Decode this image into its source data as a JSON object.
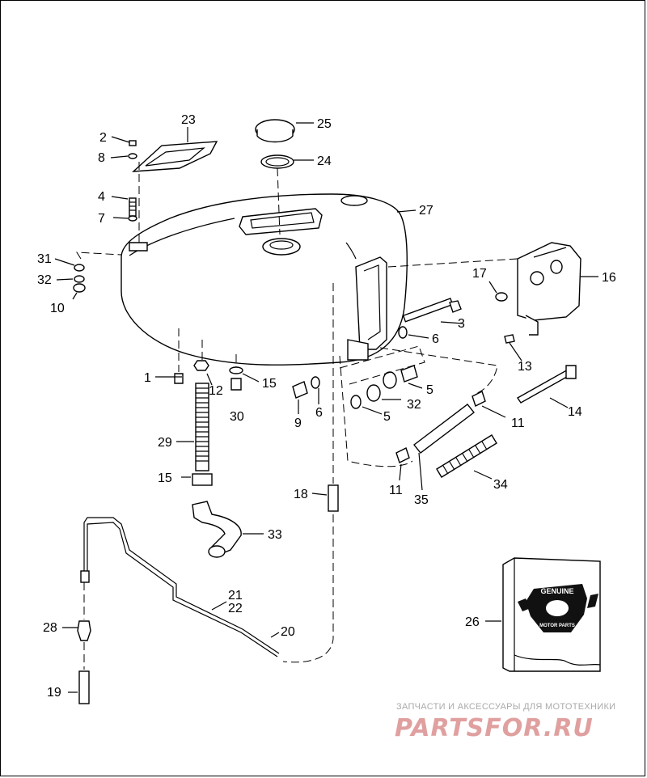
{
  "callouts": [
    {
      "num": "1"
    },
    {
      "num": "2"
    },
    {
      "num": "3"
    },
    {
      "num": "4"
    },
    {
      "num": "5"
    },
    {
      "num": "5"
    },
    {
      "num": "6"
    },
    {
      "num": "6"
    },
    {
      "num": "7"
    },
    {
      "num": "8"
    },
    {
      "num": "9"
    },
    {
      "num": "10"
    },
    {
      "num": "11"
    },
    {
      "num": "11"
    },
    {
      "num": "12"
    },
    {
      "num": "13"
    },
    {
      "num": "14"
    },
    {
      "num": "15"
    },
    {
      "num": "15"
    },
    {
      "num": "16"
    },
    {
      "num": "17"
    },
    {
      "num": "18"
    },
    {
      "num": "19"
    },
    {
      "num": "20"
    },
    {
      "num": "21"
    },
    {
      "num": "22"
    },
    {
      "num": "23"
    },
    {
      "num": "24"
    },
    {
      "num": "25"
    },
    {
      "num": "26"
    },
    {
      "num": "27"
    },
    {
      "num": "28"
    },
    {
      "num": "29"
    },
    {
      "num": "30"
    },
    {
      "num": "31"
    },
    {
      "num": "32"
    },
    {
      "num": "32"
    },
    {
      "num": "33"
    },
    {
      "num": "34"
    },
    {
      "num": "35"
    }
  ],
  "logo": {
    "top": "GENUINE",
    "bottom": "MOTOR PARTS"
  },
  "watermark": {
    "subtitle": "ЗАПЧАСТИ И АКСЕССУАРЫ ДЛЯ МОТОТЕХНИКИ",
    "brand": "PARTSFOR.RU"
  },
  "colors": {
    "line": "#000000",
    "watermark_brand": "#e0a0a0",
    "watermark_text": "#aaaaaa"
  }
}
